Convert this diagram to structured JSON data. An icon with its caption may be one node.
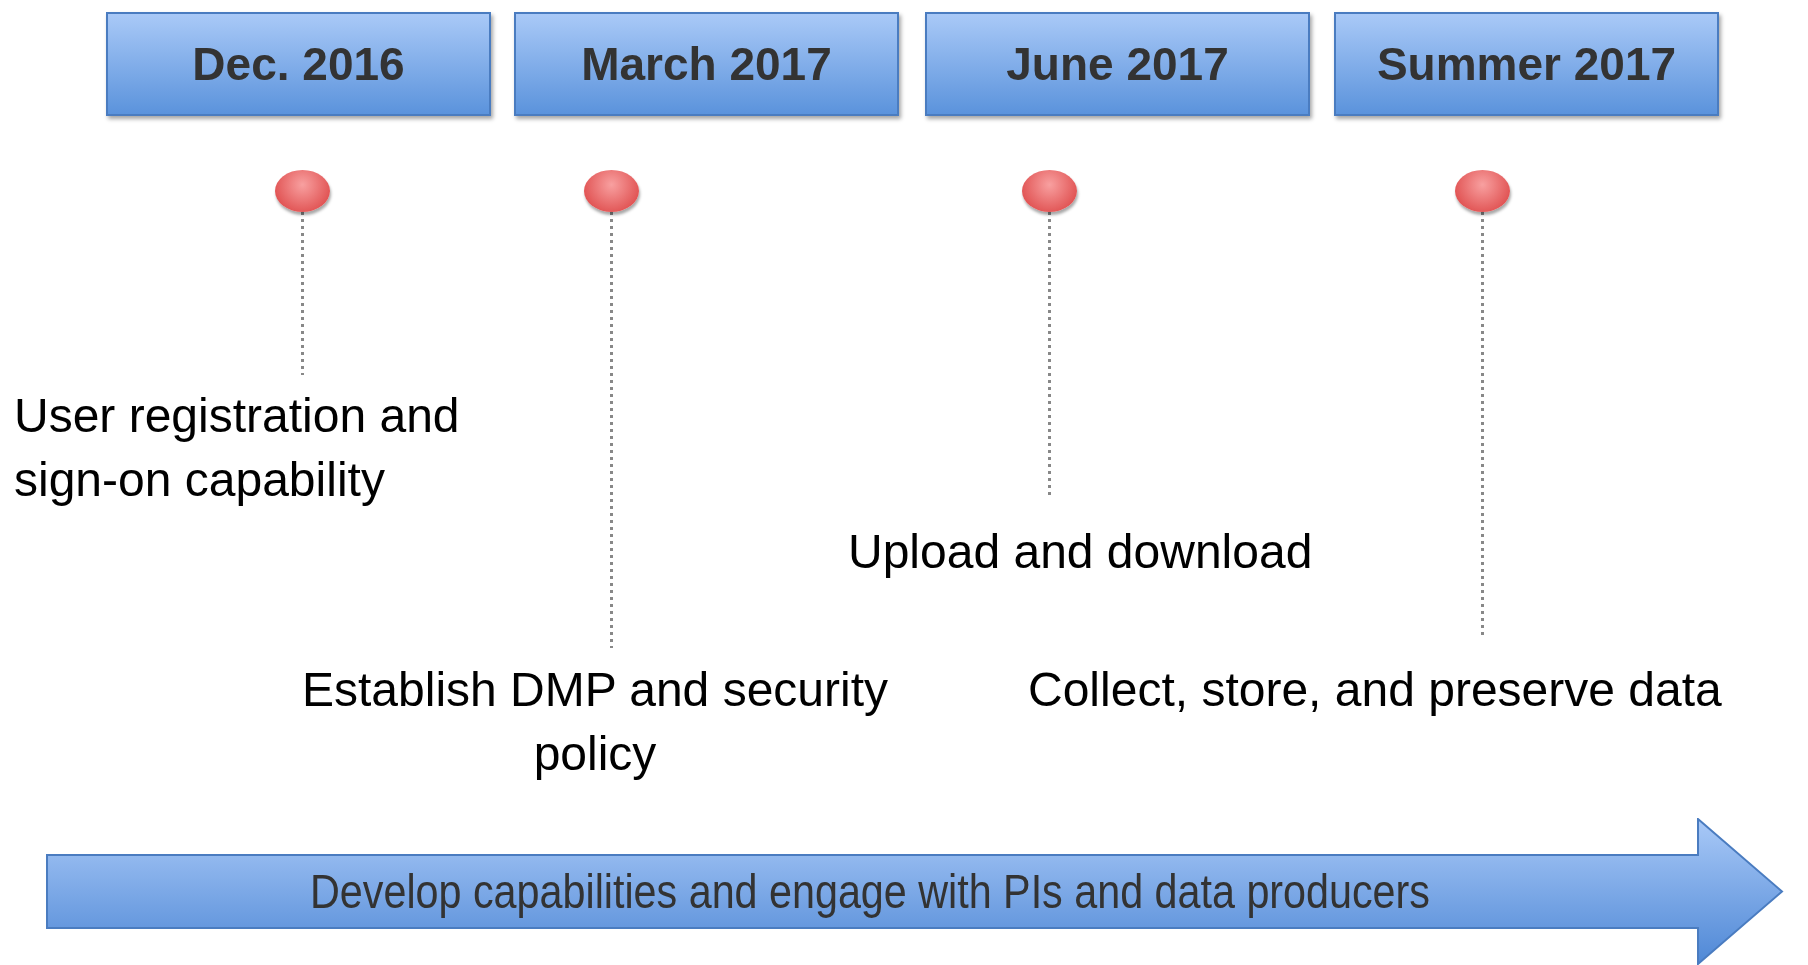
{
  "diagram": {
    "nodes": [
      {
        "text": [
          "Dec. 2016"
        ]
      },
      {
        "text": [
          "March 2017"
        ]
      },
      {
        "text": [
          "June 2017"
        ]
      },
      {
        "text": [
          "Summer 2017"
        ]
      },
      {
        "text": [],
        "shape": "circle"
      },
      {
        "text": [],
        "shape": "circle"
      },
      {
        "text": [],
        "shape": "circle"
      },
      {
        "text": [],
        "shape": "circle"
      },
      {
        "text": [
          "User registration and sign-on capability"
        ]
      },
      {
        "text": [
          "Establish DMP and security policy"
        ]
      },
      {
        "text": [
          "Upload and download"
        ]
      },
      {
        "text": [
          "Collect, store, and preserve data"
        ]
      },
      {
        "text": [
          "Develop capabilities and engage with PIs and data producers"
        ]
      }
    ],
    "edges": [
      {
        "from": 4,
        "to": 8,
        "arrow": "none",
        "style": "dashed"
      },
      {
        "from": 5,
        "to": 9,
        "arrow": "none",
        "style": "dashed"
      },
      {
        "from": 6,
        "to": 10,
        "arrow": "none",
        "style": "dashed"
      },
      {
        "from": 7,
        "to": 11,
        "arrow": "none",
        "style": "dashed"
      }
    ]
  }
}
